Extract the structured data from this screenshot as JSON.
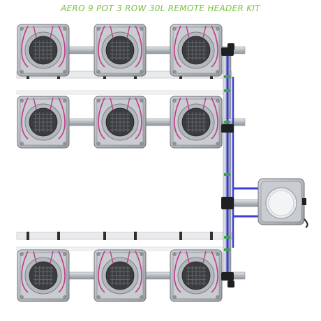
{
  "title": "AERO 9 POT 3 ROW 30L REMOTE HEADER KIT",
  "colors": {
    "title": "#7cc243",
    "pot_body": "#a9adb2",
    "pot_face": "#c9ccd0",
    "pot_edge": "#6f7378",
    "basket": "#3a3c3f",
    "drip_line": "#c23a8e",
    "pipe": "#b8bec3",
    "feed_line": "#3b3fd6",
    "green_clip": "#3fa34d",
    "black_fitting": "#1f2022",
    "header_bar": "#e8eaec",
    "tank_lid": "#e9ebed"
  },
  "layout": {
    "pot_count": 9,
    "rows": 3,
    "pots_per_row": 3,
    "reservoir_count": 1
  }
}
